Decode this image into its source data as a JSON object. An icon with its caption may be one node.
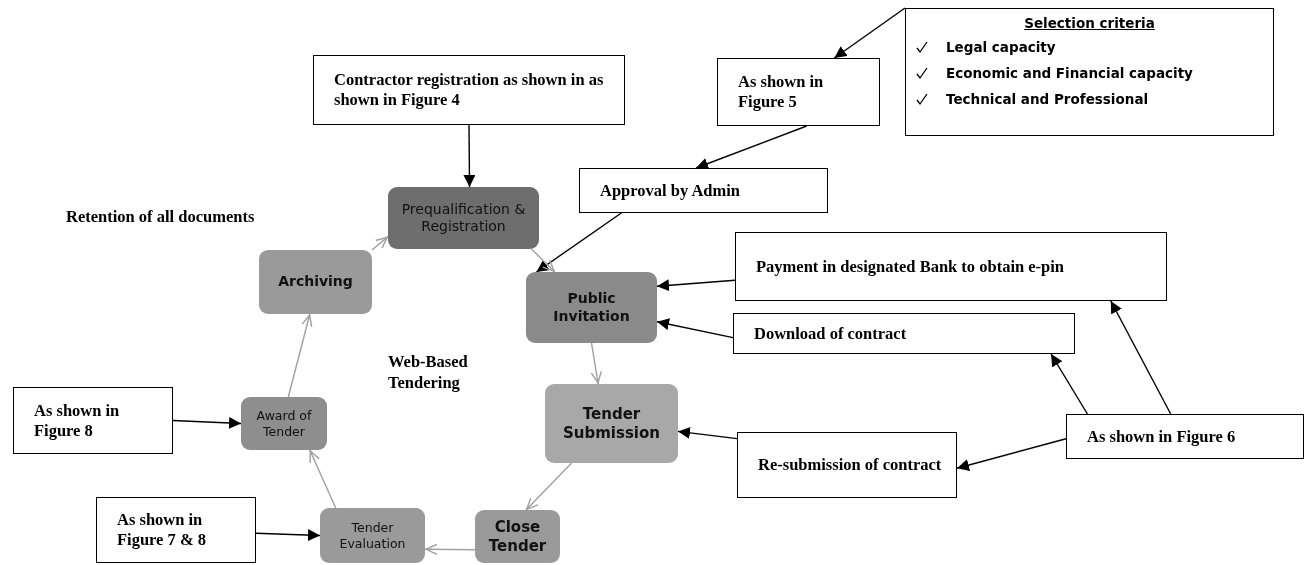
{
  "diagram": {
    "nodes": [
      {
        "text": [
          "Contractor registration as shown in as shown in Figure 4"
        ]
      },
      {
        "text": [
          "As shown in Figure 5"
        ]
      },
      {
        "text": [
          "Selection criteria",
          "Legal capacity",
          "Economic and Financial capacity",
          "Technical and Professional"
        ]
      },
      {
        "text": [
          "Prequalification & Registration"
        ]
      },
      {
        "text": [
          "Approval by Admin"
        ]
      },
      {
        "text": [
          "Archiving"
        ]
      },
      {
        "text": [
          "Public Invitation"
        ]
      },
      {
        "text": [
          "Payment in designated Bank to obtain e-pin"
        ]
      },
      {
        "text": [
          "Download of contract"
        ]
      },
      {
        "text": [
          "Award of Tender"
        ]
      },
      {
        "text": [
          "Tender Submission"
        ]
      },
      {
        "text": [
          "As shown in Figure 8"
        ]
      },
      {
        "text": [
          "Re-submission of contract"
        ]
      },
      {
        "text": [
          "As shown in Figure 6"
        ]
      },
      {
        "text": [
          "As shown in Figure 7 & 8"
        ]
      },
      {
        "text": [
          "Tender Evaluation"
        ]
      },
      {
        "text": [
          "Close Tender"
        ]
      }
    ],
    "edges": [
      {
        "from": 0,
        "to": 3,
        "arrow": "to"
      },
      {
        "from": 2,
        "to": 1,
        "arrow": "to"
      },
      {
        "from": 1,
        "to": 4,
        "arrow": "to"
      },
      {
        "from": 4,
        "to": 6,
        "arrow": "to"
      },
      {
        "from": 7,
        "to": 6,
        "arrow": "to"
      },
      {
        "from": 8,
        "to": 6,
        "arrow": "to"
      },
      {
        "from": 13,
        "to": 7,
        "arrow": "to"
      },
      {
        "from": 13,
        "to": 8,
        "arrow": "to"
      },
      {
        "from": 13,
        "to": 12,
        "arrow": "to"
      },
      {
        "from": 12,
        "to": 10,
        "arrow": "to"
      },
      {
        "from": 11,
        "to": 9,
        "arrow": "to"
      },
      {
        "from": 14,
        "to": 15,
        "arrow": "to"
      },
      {
        "from": 3,
        "to": 6,
        "arrow": "to",
        "color": "#a0a0a0"
      },
      {
        "from": 6,
        "to": 10,
        "arrow": "to",
        "color": "#a0a0a0"
      },
      {
        "from": 10,
        "to": 16,
        "arrow": "to",
        "color": "#a0a0a0"
      },
      {
        "from": 16,
        "to": 15,
        "arrow": "to",
        "color": "#a0a0a0"
      },
      {
        "from": 15,
        "to": 9,
        "arrow": "to",
        "color": "#a0a0a0"
      },
      {
        "from": 9,
        "to": 5,
        "arrow": "to",
        "color": "#a0a0a0"
      },
      {
        "from": 5,
        "to": 3,
        "arrow": "to",
        "color": "#a0a0a0"
      }
    ],
    "labels": [
      "Retention of all documents",
      "Web-Based Tendering"
    ]
  }
}
